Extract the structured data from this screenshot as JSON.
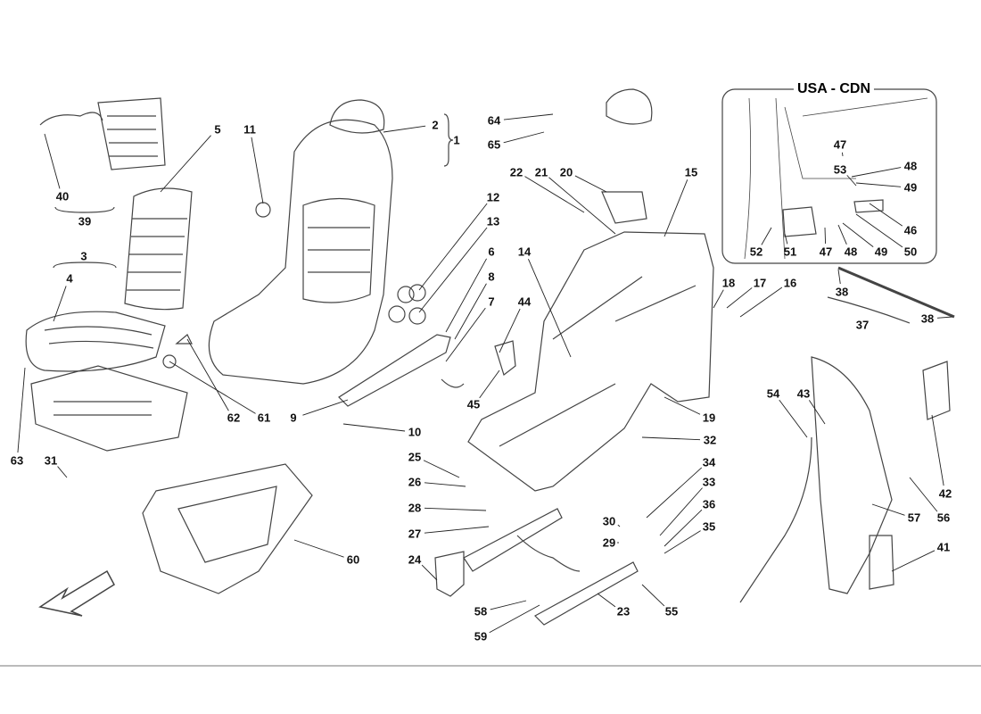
{
  "inset": {
    "title": "USA - CDN"
  },
  "callouts": [
    "40",
    "39",
    "5",
    "11",
    "2",
    "1",
    "3",
    "4",
    "12",
    "13",
    "6",
    "8",
    "7",
    "62",
    "61",
    "9",
    "10",
    "63",
    "31",
    "60",
    "64",
    "65",
    "22",
    "21",
    "20",
    "15",
    "14",
    "44",
    "45",
    "18",
    "17",
    "16",
    "19",
    "32",
    "34",
    "33",
    "36",
    "35",
    "25",
    "26",
    "28",
    "27",
    "24",
    "30",
    "29",
    "58",
    "59",
    "23",
    "55",
    "47",
    "48",
    "53",
    "49",
    "46",
    "52",
    "51",
    "47",
    "48",
    "49",
    "50",
    "38",
    "37",
    "38",
    "54",
    "43",
    "42",
    "57",
    "56",
    "41"
  ],
  "colors": {
    "line": "#333333",
    "label": "#111111",
    "rule": "#bbbbbb"
  },
  "icons": {
    "direction": "arrow-front-left-icon"
  }
}
